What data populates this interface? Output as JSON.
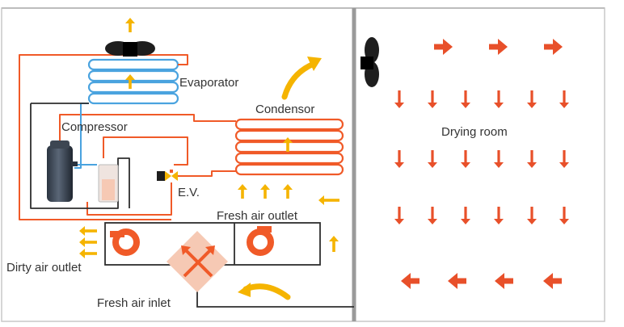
{
  "labels": {
    "evaporator": "Evaporator",
    "condensor": "Condensor",
    "compressor": "Compressor",
    "expansion_valve": "E.V.",
    "fresh_air_outlet": "Fresh air outlet",
    "dirty_air_outlet": "Dirty air outlet",
    "fresh_air_inlet": "Fresh air inlet",
    "drying_room": "Drying room"
  },
  "colors": {
    "refrigerant_hot": "#F05A28",
    "refrigerant_cold": "#4AA3DF",
    "airflow": "#F5B400",
    "room_airflow": "#E8502A",
    "fan": "#1E1E1E",
    "frame": "#2E2E2E",
    "wall": "#9A9A9A",
    "heat_exchanger_fill": "#F6C9B4"
  },
  "icons": {
    "ceiling_fan": "fan-icon",
    "wall_fan": "fan-icon",
    "blower": "centrifugal-blower-icon",
    "heat_exchanger": "cross-flow-heat-exchanger-icon",
    "compressor": "compressor-icon",
    "valve": "expansion-valve-icon"
  }
}
